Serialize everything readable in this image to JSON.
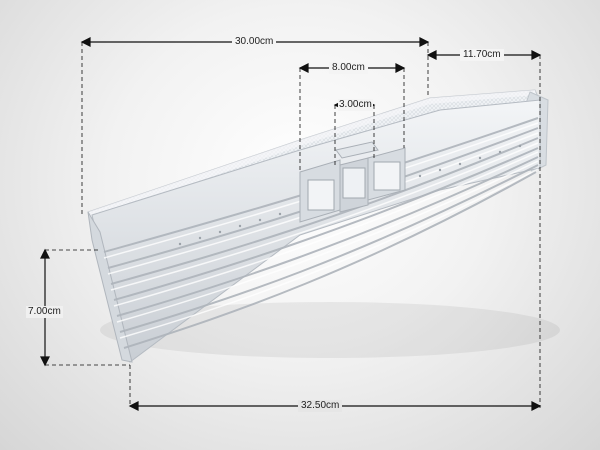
{
  "measurements": {
    "top_width": "30.00cm",
    "center_span": "8.00cm",
    "center_slot": "3.00cm",
    "depth": "11.70cm",
    "height": "7.00cm",
    "bottom_width": "32.50cm"
  },
  "colors": {
    "background": "#e8e8e8",
    "plastic": "#dfe3e8",
    "mesh": "#eef1f4",
    "dimension_line": "#111111"
  }
}
